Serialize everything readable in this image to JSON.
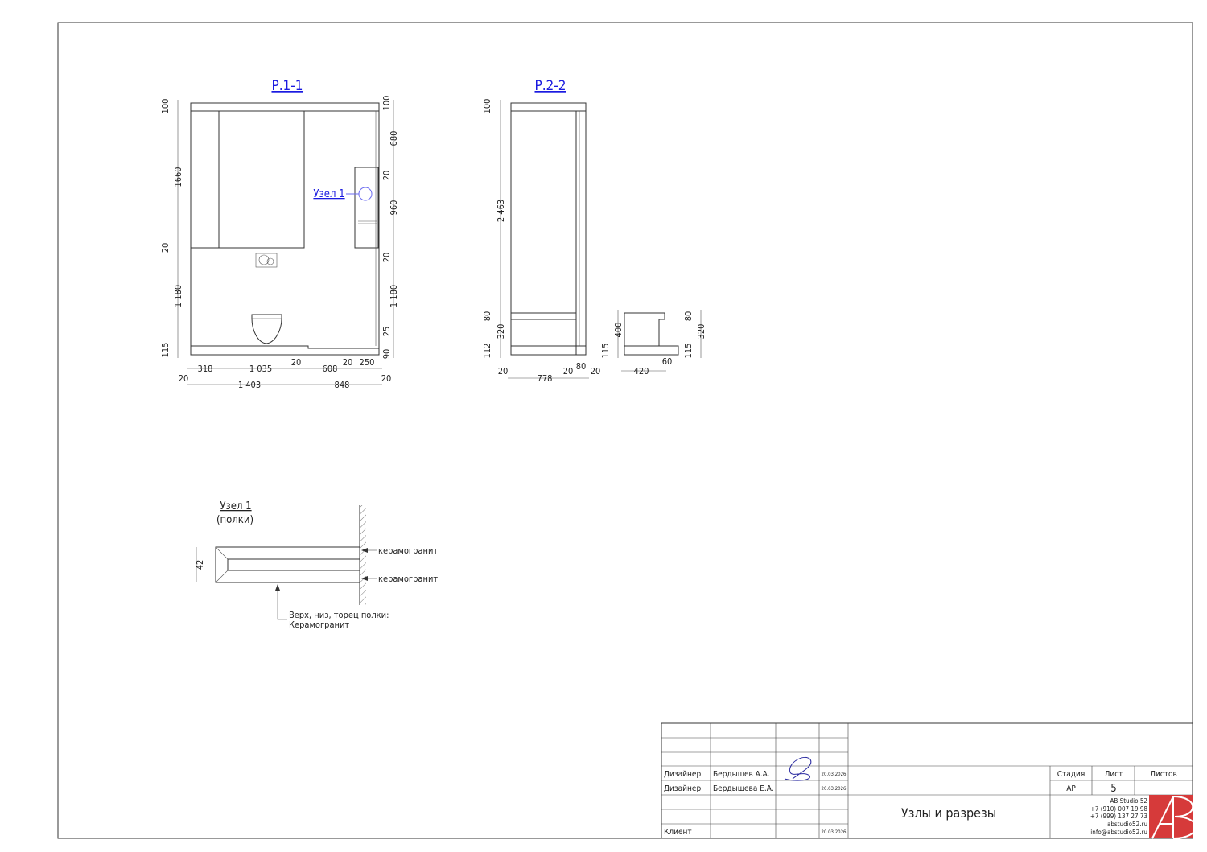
{
  "sheet": {
    "section1": {
      "title": "Р.1-1",
      "node_callout": "Узел 1",
      "dims_left": [
        "100",
        "1660",
        "20",
        "1 180",
        "115"
      ],
      "dims_right": [
        "100",
        "680",
        "20",
        "960",
        "20",
        "1 180",
        "25",
        "90"
      ],
      "dims_bottom1": [
        "318",
        "1 035",
        "20",
        "608",
        "20",
        "250"
      ],
      "dims_bottom2": [
        "20",
        "1 403",
        "848",
        "20"
      ]
    },
    "section2": {
      "title": "Р.2-2",
      "dims_left": [
        "100",
        "2 463",
        "80",
        "320",
        "112"
      ],
      "dims_bottom": [
        "20",
        "778",
        "20",
        "80",
        "20"
      ],
      "profile_dims": [
        "400",
        "115",
        "420",
        "60",
        "80",
        "320",
        "115"
      ]
    },
    "node1": {
      "title": "Узел 1",
      "subtitle": "(полки)",
      "thickness": "42",
      "label_top": "керамогранит",
      "label_bottom": "керамогранит",
      "note_line1": "Верх, низ, торец полки:",
      "note_line2": "Керамогранит"
    }
  },
  "title_block": {
    "rows": [
      {
        "role": "Дизайнер",
        "name": "Бердышев А.А.",
        "date": "20.03.2026"
      },
      {
        "role": "Дизайнер",
        "name": "Бердышева Е.А.",
        "date": "20.03.2026"
      },
      {
        "role": "Клиент",
        "name": "",
        "date": "20.03.2026"
      }
    ],
    "stage_label": "Стадия",
    "sheet_label": "Лист",
    "sheets_label": "Листов",
    "stage": "АР",
    "sheet": "5",
    "drawing_title": "Узлы и разрезы",
    "company": {
      "name": "AB Studio 52",
      "phone1": "+7 (910) 007 19 98",
      "phone2": "+7 (999) 137 27 73",
      "site": "abstudio52.ru",
      "email": "info@abstudio52.ru",
      "logo_text": "AB",
      "logo_color": "#d63a3a"
    }
  }
}
